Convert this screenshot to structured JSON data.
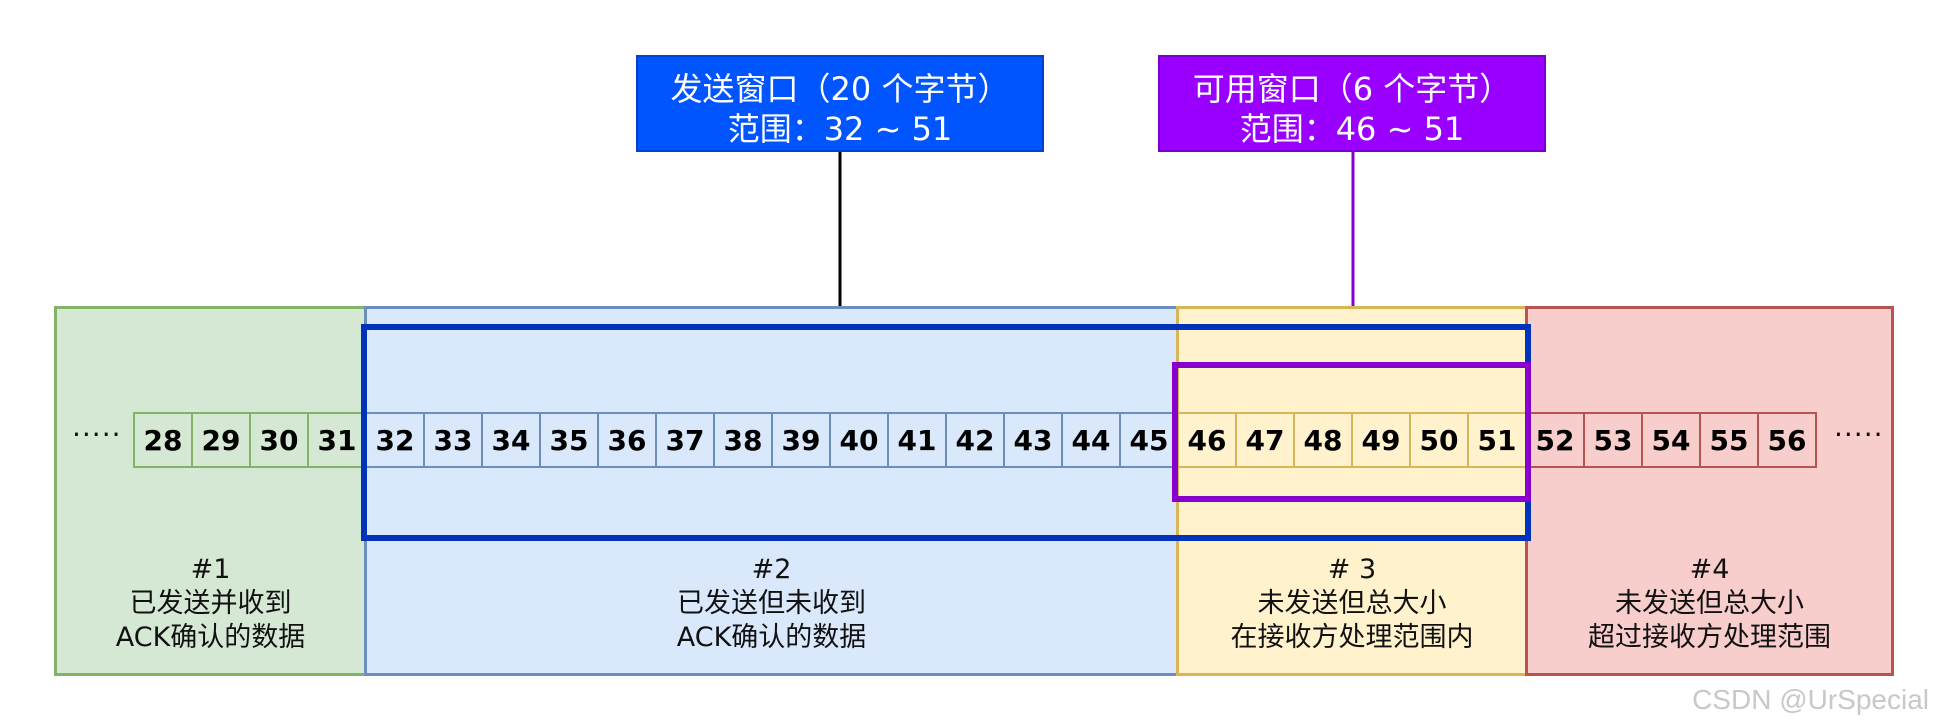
{
  "callouts": {
    "send_window": {
      "line1": "发送窗口（20 个字节）",
      "line2": "范围：32 ~ 51",
      "color": "#0055ff"
    },
    "usable_window": {
      "line1": "可用窗口（6 个字节）",
      "line2": "范围：46 ~ 51",
      "color": "#9900ff"
    }
  },
  "regions": [
    {
      "id": "1",
      "title": "#1",
      "line1": "已发送并收到",
      "line2": "ACK确认的数据",
      "fill": "#d5e8d4",
      "stroke": "#82b366"
    },
    {
      "id": "2",
      "title": "#2",
      "line1": "已发送但未收到",
      "line2": "ACK确认的数据",
      "fill": "#dae8fc",
      "stroke": "#6c8ebf"
    },
    {
      "id": "3",
      "title": "# 3",
      "line1": "未发送但总大小",
      "line2": "在接收方处理范围内",
      "fill": "#fff2cc",
      "stroke": "#d6b656"
    },
    {
      "id": "4",
      "title": "#4",
      "line1": "未发送但总大小",
      "line2": "超过接收方处理范围",
      "fill": "#f8cecc",
      "stroke": "#b85450"
    }
  ],
  "bytes": {
    "leading_ellipsis": "·····",
    "trailing_ellipsis": "·····",
    "region1": [
      "28",
      "29",
      "30",
      "31"
    ],
    "region2": [
      "32",
      "33",
      "34",
      "35",
      "36",
      "37",
      "38",
      "39",
      "40",
      "41",
      "42",
      "43",
      "44",
      "45"
    ],
    "region3": [
      "46",
      "47",
      "48",
      "49",
      "50",
      "51"
    ],
    "region4": [
      "52",
      "53",
      "54",
      "55",
      "56"
    ]
  },
  "window_colors": {
    "send": "#0033bb",
    "usable": "#8800cc"
  },
  "watermark": "CSDN @UrSpecial"
}
